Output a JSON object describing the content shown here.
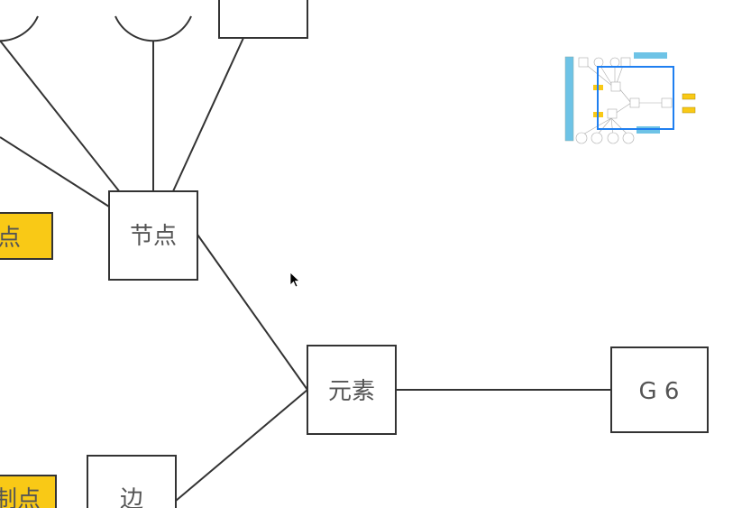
{
  "nodes": {
    "node": "节点",
    "element": "元素",
    "g6": "G 6",
    "edge": "边",
    "yellow_top": "点",
    "yellow_bottom": "制点"
  },
  "colors": {
    "yellow": "#f9c916",
    "stroke": "#333333",
    "minimap_viewport": "#1f7ff0",
    "minimap_blue": "#6ec3e6"
  }
}
